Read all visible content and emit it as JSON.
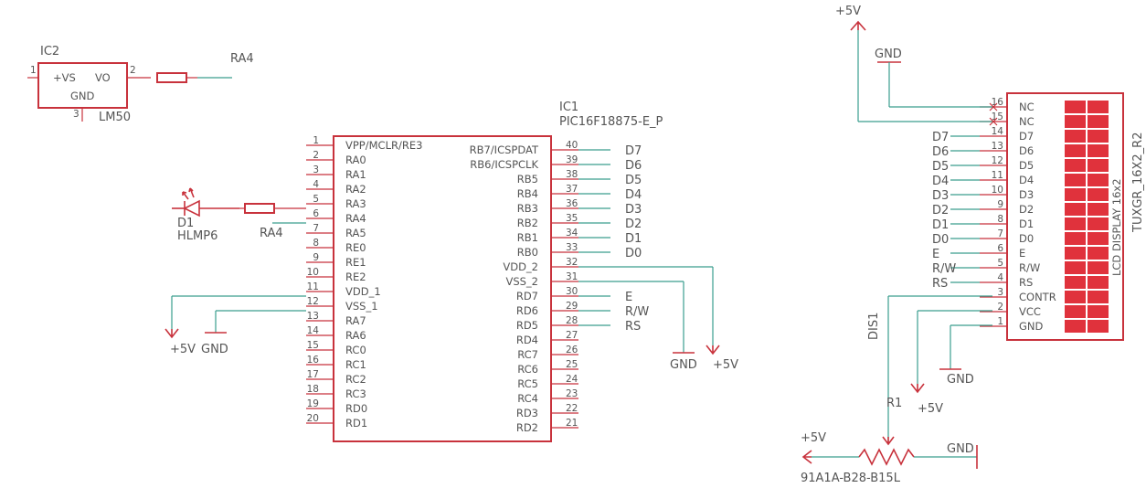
{
  "ic2": {
    "name": "IC2",
    "value": "LM50",
    "pins": {
      "vs": "+VS",
      "vo": "VO",
      "gnd": "GND"
    },
    "pin_numbers": [
      "1",
      "2",
      "3"
    ],
    "net": "RA4"
  },
  "ic1": {
    "name": "IC1",
    "value": "PIC16F18875-E_P",
    "left_pins": [
      {
        "num": "1",
        "name": "VPP/MCLR/RE3"
      },
      {
        "num": "2",
        "name": "RA0"
      },
      {
        "num": "3",
        "name": "RA1"
      },
      {
        "num": "4",
        "name": "RA2"
      },
      {
        "num": "5",
        "name": "RA3"
      },
      {
        "num": "6",
        "name": "RA4"
      },
      {
        "num": "7",
        "name": "RA5"
      },
      {
        "num": "8",
        "name": "RE0"
      },
      {
        "num": "9",
        "name": "RE1"
      },
      {
        "num": "10",
        "name": "RE2"
      },
      {
        "num": "11",
        "name": "VDD_1"
      },
      {
        "num": "12",
        "name": "VSS_1"
      },
      {
        "num": "13",
        "name": "RA7"
      },
      {
        "num": "14",
        "name": "RA6"
      },
      {
        "num": "15",
        "name": "RC0"
      },
      {
        "num": "16",
        "name": "RC1"
      },
      {
        "num": "17",
        "name": "RC2"
      },
      {
        "num": "18",
        "name": "RC3"
      },
      {
        "num": "19",
        "name": "RD0"
      },
      {
        "num": "20",
        "name": "RD1"
      }
    ],
    "right_pins": [
      {
        "num": "40",
        "name": "RB7/ICSPDAT",
        "net": "D7"
      },
      {
        "num": "39",
        "name": "RB6/ICSPCLK",
        "net": "D6"
      },
      {
        "num": "38",
        "name": "RB5",
        "net": "D5"
      },
      {
        "num": "37",
        "name": "RB4",
        "net": "D4"
      },
      {
        "num": "36",
        "name": "RB3",
        "net": "D3"
      },
      {
        "num": "35",
        "name": "RB2",
        "net": "D2"
      },
      {
        "num": "34",
        "name": "RB1",
        "net": "D1"
      },
      {
        "num": "33",
        "name": "RB0",
        "net": "D0"
      },
      {
        "num": "32",
        "name": "VDD_2",
        "net": ""
      },
      {
        "num": "31",
        "name": "VSS_2",
        "net": ""
      },
      {
        "num": "30",
        "name": "RD7",
        "net": "E"
      },
      {
        "num": "29",
        "name": "RD6",
        "net": "R/W"
      },
      {
        "num": "28",
        "name": "RD5",
        "net": "RS"
      },
      {
        "num": "27",
        "name": "RD4",
        "net": ""
      },
      {
        "num": "26",
        "name": "RC7",
        "net": ""
      },
      {
        "num": "25",
        "name": "RC6",
        "net": ""
      },
      {
        "num": "24",
        "name": "RC5",
        "net": ""
      },
      {
        "num": "23",
        "name": "RC4",
        "net": ""
      },
      {
        "num": "22",
        "name": "RD3",
        "net": ""
      },
      {
        "num": "21",
        "name": "RD2",
        "net": ""
      }
    ],
    "supply_left": {
      "vdd": "+5V",
      "gnd": "GND"
    },
    "supply_right": {
      "gnd": "GND",
      "vdd": "+5V"
    }
  },
  "d1": {
    "name": "D1",
    "value": "HLMP6",
    "net": "RA4"
  },
  "lcd": {
    "name": "DIS1",
    "value": "TUXGR_16X2_R2",
    "title": "LCD DISPLAY 16x2",
    "pins": [
      {
        "num": "16",
        "name": "NC",
        "net": ""
      },
      {
        "num": "15",
        "name": "NC",
        "net": ""
      },
      {
        "num": "14",
        "name": "D7",
        "net": "D7"
      },
      {
        "num": "13",
        "name": "D6",
        "net": "D6"
      },
      {
        "num": "12",
        "name": "D5",
        "net": "D5"
      },
      {
        "num": "11",
        "name": "D4",
        "net": "D4"
      },
      {
        "num": "10",
        "name": "D3",
        "net": "D3"
      },
      {
        "num": "9",
        "name": "D2",
        "net": "D2"
      },
      {
        "num": "8",
        "name": "D1",
        "net": "D1"
      },
      {
        "num": "7",
        "name": "D0",
        "net": "D0"
      },
      {
        "num": "6",
        "name": "E",
        "net": "E"
      },
      {
        "num": "5",
        "name": "R/W",
        "net": "R/W"
      },
      {
        "num": "4",
        "name": "RS",
        "net": "RS"
      },
      {
        "num": "3",
        "name": "CONTR",
        "net": ""
      },
      {
        "num": "2",
        "name": "VCC",
        "net": ""
      },
      {
        "num": "1",
        "name": "GND",
        "net": ""
      }
    ],
    "top_vdd": "+5V",
    "top_gnd": "GND",
    "vcc_label": "+5V",
    "gnd_label": "GND"
  },
  "r1": {
    "name": "R1",
    "value": "91A1A-B28-B15L",
    "left_net": "+5V",
    "right_net": "GND"
  }
}
